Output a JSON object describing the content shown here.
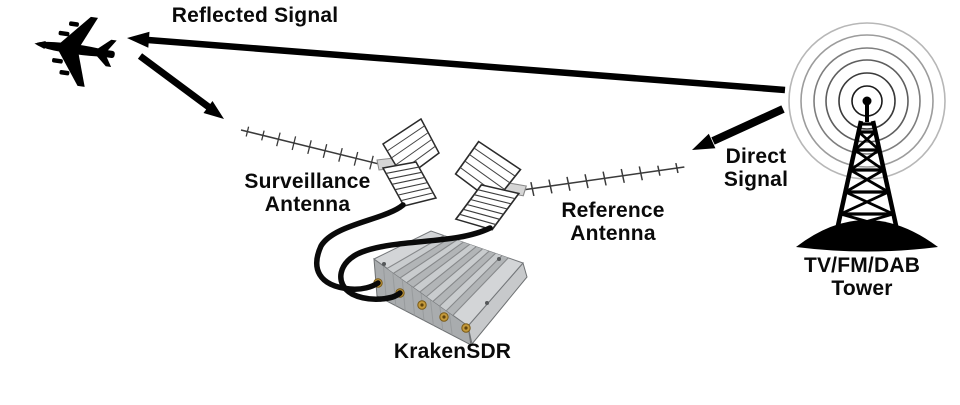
{
  "diagram": {
    "labels": {
      "reflected_signal": "Reflected Signal",
      "direct_signal": "Direct\nSignal",
      "surveillance_antenna": "Surveillance\nAntenna",
      "reference_antenna": "Reference\nAntenna",
      "tower": "TV/FM/DAB\nTower",
      "device": "KrakenSDR"
    },
    "icons": {
      "aircraft": "airplane-icon",
      "broadcast_tower": "radio-tower-icon",
      "emission": "radio-waves-icon",
      "surveillance": "yagi-corner-reflector-antenna-icon",
      "reference": "yagi-corner-reflector-antenna-icon",
      "receiver": "krakensdr-device",
      "cables": "coax-cable",
      "arrows": [
        "reflected-signal-arrow",
        "echo-to-surveillance-arrow",
        "direct-signal-arrow"
      ]
    },
    "colors": {
      "background": "#ffffff",
      "ink": "#000000",
      "device_silver": "#c6c9cb",
      "sma_gold": "#c49a3c"
    }
  }
}
